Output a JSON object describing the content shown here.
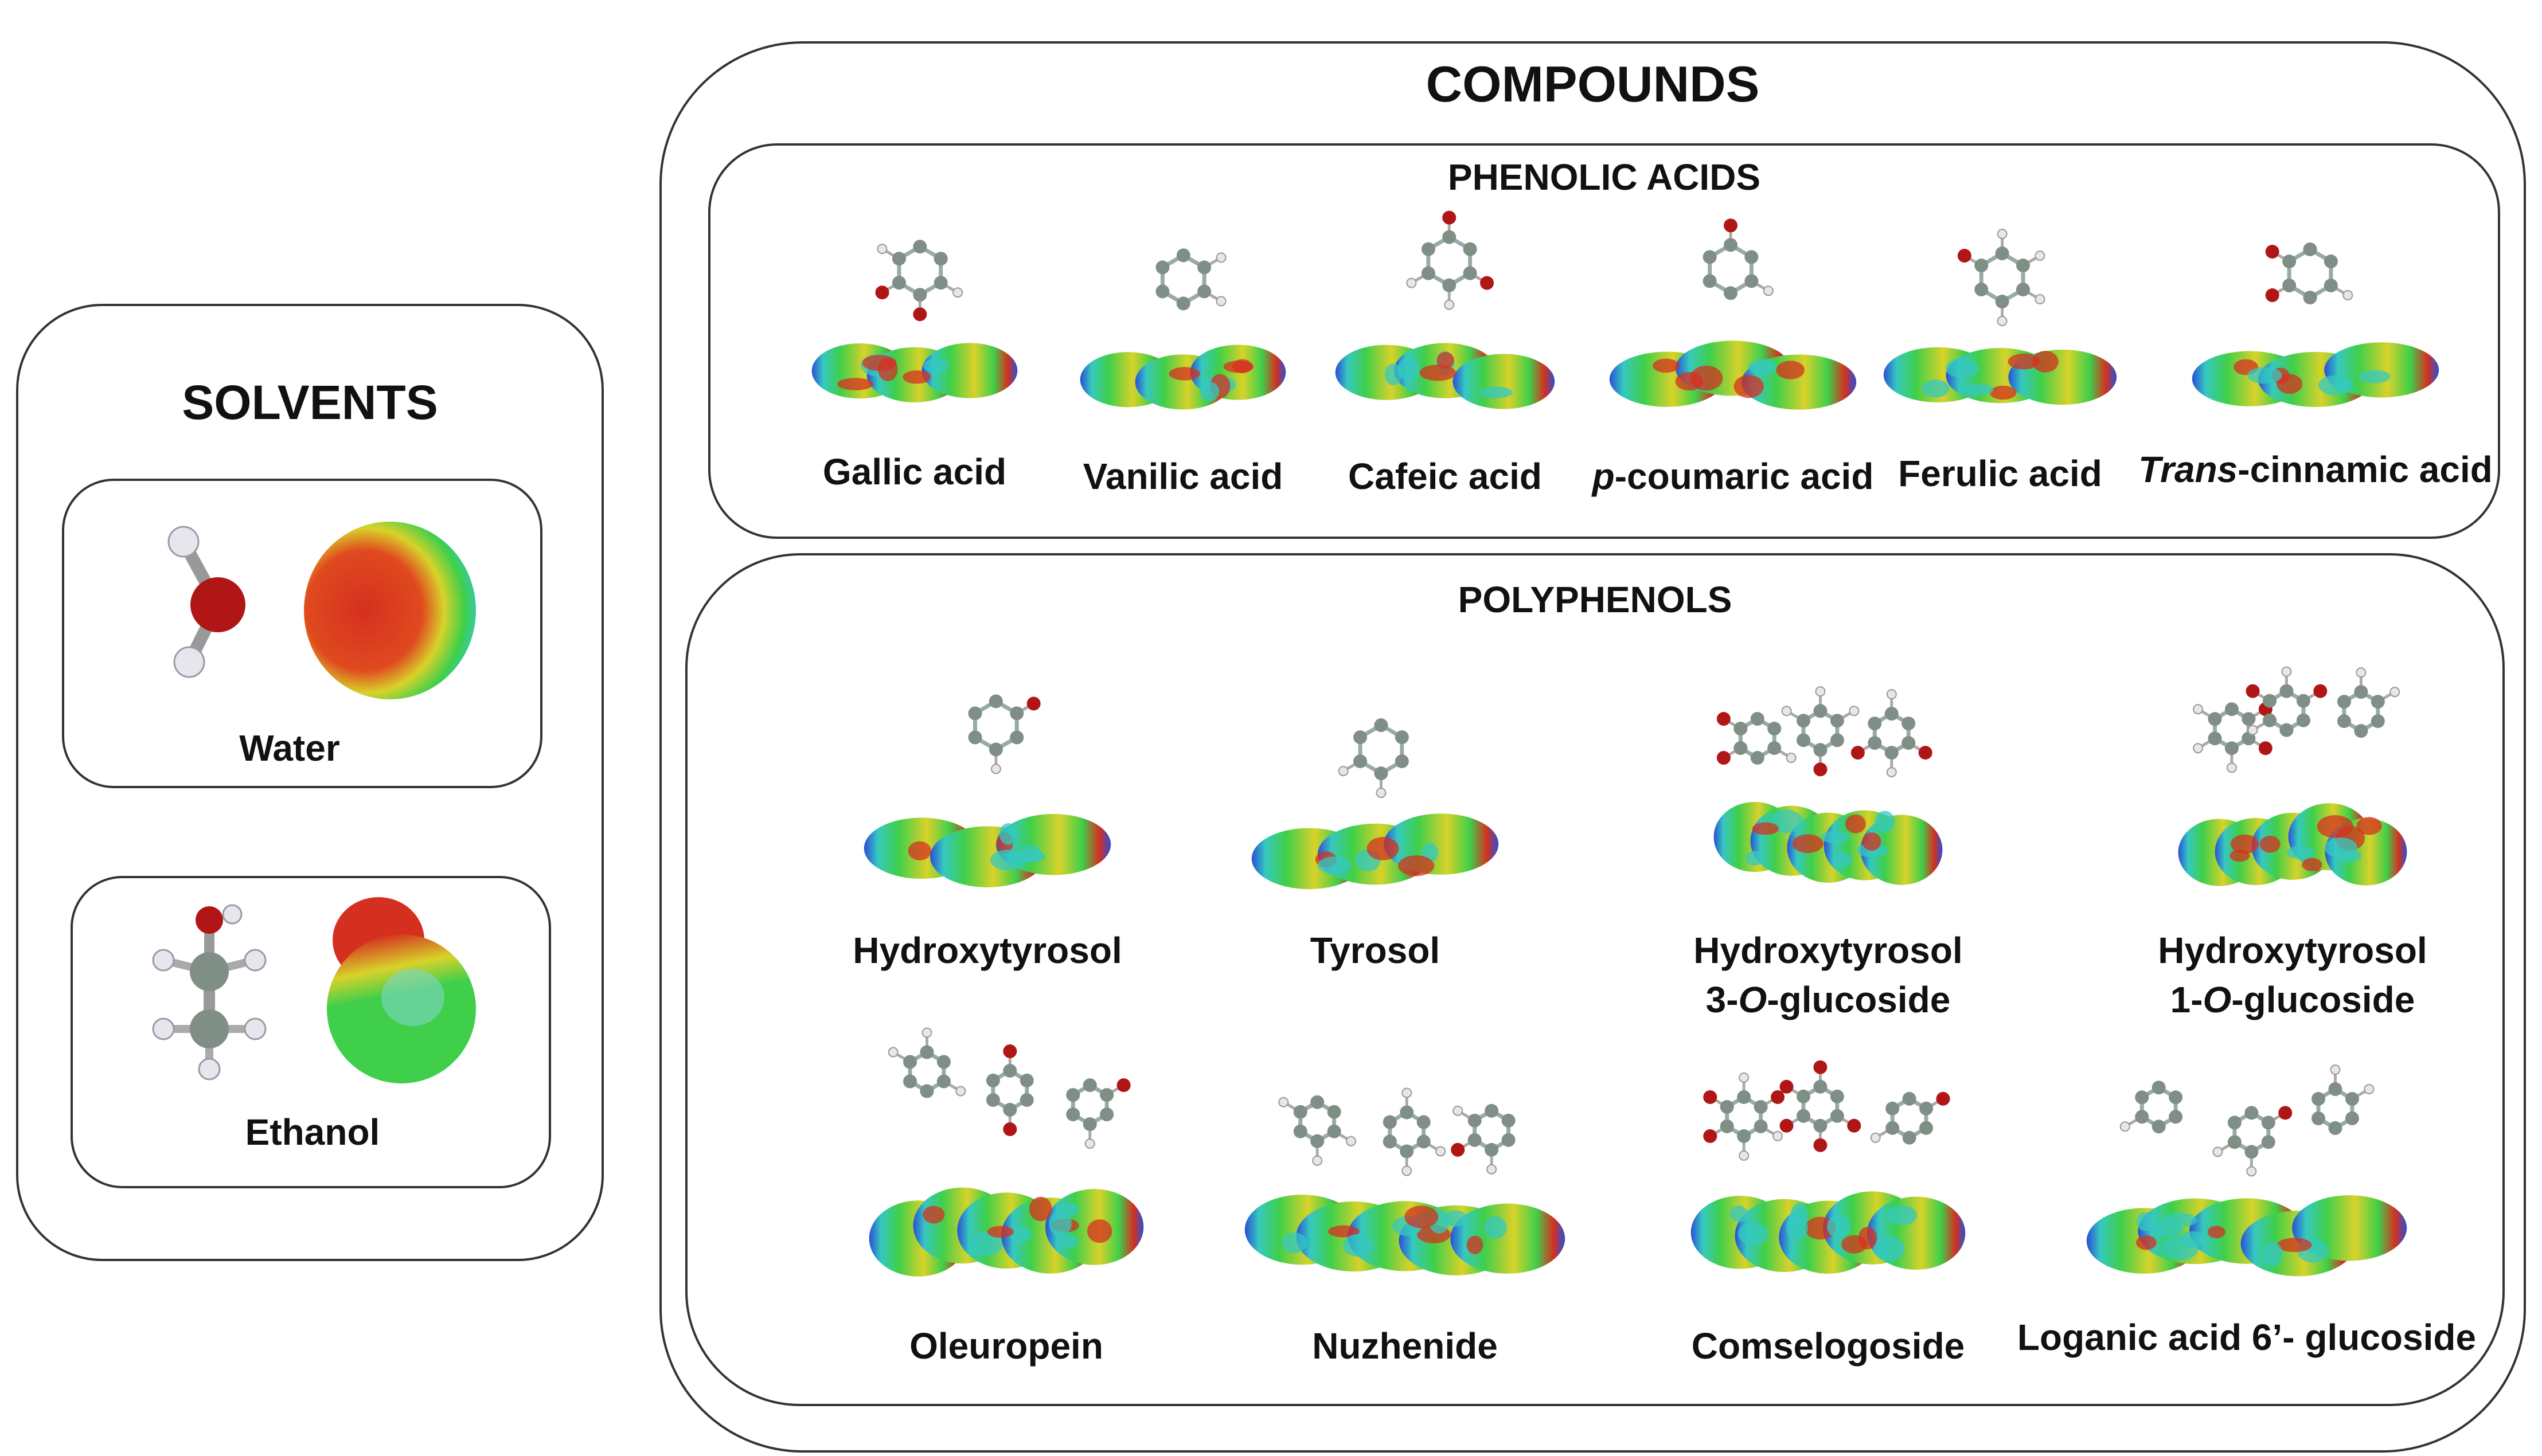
{
  "solvents": {
    "title": "SOLVENTS",
    "items": [
      {
        "id": "water",
        "label": "Water"
      },
      {
        "id": "ethanol",
        "label": "Ethanol"
      }
    ]
  },
  "compounds": {
    "title": "COMPOUNDS",
    "phenolic_acids": {
      "title": "PHENOLIC ACIDS",
      "items": [
        {
          "id": "gallic",
          "label": "Gallic acid"
        },
        {
          "id": "vanilic",
          "label": "Vanilic acid"
        },
        {
          "id": "cafeic",
          "label": "Cafeic acid"
        },
        {
          "id": "pcoumaric",
          "prefix": "p",
          "label": "-coumaric acid"
        },
        {
          "id": "ferulic",
          "label": "Ferulic acid"
        },
        {
          "id": "transcinnamic",
          "prefix": "Trans",
          "label": "-cinnamic acid"
        }
      ]
    },
    "polyphenols": {
      "title": "POLYPHENOLS",
      "items": [
        {
          "id": "hydroxytyrosol",
          "label": "Hydroxytyrosol"
        },
        {
          "id": "tyrosol",
          "label": "Tyrosol"
        },
        {
          "id": "ht3glucoside",
          "label": "Hydroxytyrosol",
          "line2_pre": "3-",
          "line2_em": "O",
          "line2_post": "-glucoside"
        },
        {
          "id": "ht1glucoside",
          "label": "Hydroxytyrosol",
          "line2_pre": "1-",
          "line2_em": "O",
          "line2_post": "-glucoside"
        },
        {
          "id": "oleuropein",
          "label": "Oleuropein"
        },
        {
          "id": "nuzhenide",
          "label": "Nuzhenide"
        },
        {
          "id": "comselogoside",
          "label": "Comselogoside"
        },
        {
          "id": "loganic",
          "label": "Loganic acid 6’- glucoside"
        }
      ]
    }
  },
  "colors": {
    "carbon": "#7f8f86",
    "oxygen": "#b01616",
    "hydrogen": "#e6e6ec",
    "esp_green": "#3fcf4a",
    "esp_yellow": "#d8d22a",
    "esp_red": "#d5301f",
    "esp_blue": "#2a4fd6",
    "esp_cyan": "#36c8c0"
  }
}
